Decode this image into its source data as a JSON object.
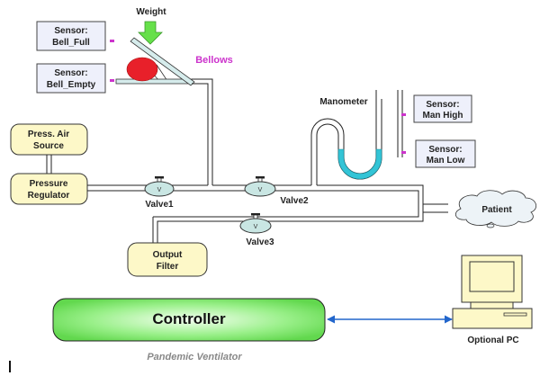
{
  "diagram": {
    "caption": "Pandemic Ventilator",
    "weight_label": "Weight",
    "bellows_label": "Bellows",
    "manometer_label": "Manometer",
    "sensors": [
      {
        "line1": "Sensor:",
        "line2": "Bell_Full"
      },
      {
        "line1": "Sensor:",
        "line2": "Bell_Empty"
      },
      {
        "line1": "Sensor:",
        "line2": "Man  High"
      },
      {
        "line1": "Sensor:",
        "line2": "Man  Low"
      }
    ],
    "air_source": {
      "line1": "Press. Air",
      "line2": "Source"
    },
    "regulator": {
      "line1": "Pressure",
      "line2": "Regulator"
    },
    "output_filter": {
      "line1": "Output",
      "line2": "Filter"
    },
    "valves": [
      {
        "label": "Valve1",
        "glyph": "V"
      },
      {
        "label": "Valve2",
        "glyph": "V"
      },
      {
        "label": "Valve3",
        "glyph": "V"
      }
    ],
    "patient_label": "Patient",
    "controller_label": "Controller",
    "pc_label": "Optional PC",
    "colors": {
      "weight_arrow": "#66e04a",
      "bellows_ball": "#e8202a",
      "bellows_text": "#cc33cc",
      "sensor_mark": "#cc33cc",
      "manometer_fluid": "#33c4d6",
      "controller_fill": "#7ee86a",
      "link_arrow": "#2266cc",
      "caption": "#888888"
    }
  }
}
